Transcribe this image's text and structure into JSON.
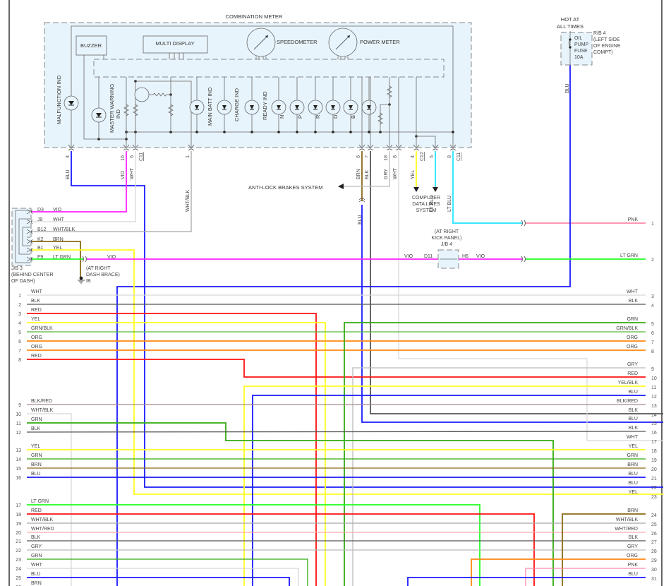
{
  "meter": {
    "title": "COMBINATION METER",
    "buzzer": "BUZZER",
    "multi_display": "MULTI DISPLAY",
    "speedometer": "SPEEDOMETER",
    "power_meter": "POWER METER",
    "indicators": [
      {
        "id": "malfunction",
        "label": "MALFUNCTION IND"
      },
      {
        "id": "master-warning",
        "label": "MASTER WARNING",
        "label2": "IND"
      },
      {
        "id": "main-batt",
        "label": "MAIN BATT IND"
      },
      {
        "id": "charge",
        "label": "CHARGE IND"
      },
      {
        "id": "ready",
        "label": "READY IND"
      },
      {
        "id": "n",
        "label": "N"
      },
      {
        "id": "p",
        "label": "P"
      },
      {
        "id": "r",
        "label": "R"
      },
      {
        "id": "d",
        "label": "D"
      },
      {
        "id": "b",
        "label": "B"
      }
    ],
    "pins": [
      {
        "pin": "4",
        "color": "BLU",
        "connector": ""
      },
      {
        "pin": "16",
        "color": "VIO",
        "connector": ""
      },
      {
        "pin": "6",
        "color": "WHT",
        "connector": "C11"
      },
      {
        "pin": "1",
        "color": "WHT/BLK",
        "connector": ""
      },
      {
        "pin": "6",
        "color": "BRN",
        "connector": ""
      },
      {
        "pin": "7",
        "color": "BLK",
        "connector": ""
      },
      {
        "pin": "18",
        "color": "GRY",
        "connector": ""
      },
      {
        "pin": "8",
        "color": "WHT",
        "connector": ""
      },
      {
        "pin": "4",
        "color": "YEL",
        "connector": "C12"
      },
      {
        "pin": "5",
        "color": "LT BLU",
        "connector": ""
      },
      {
        "pin": "8",
        "color": "LT BLU",
        "connector": "C11"
      }
    ]
  },
  "fuse": {
    "hot_label_1": "HOT AT",
    "hot_label_2": "ALL TIMES",
    "name_1": "OIL",
    "name_2": "PUMP",
    "name_3": "FUSE",
    "rating": "10A",
    "location_1": "R/B 4",
    "location_2": "(LEFT SIDE",
    "location_3": "OF ENGINE",
    "location_4": "COMPT)",
    "wire": "BLU"
  },
  "abs": {
    "label": "ANTI-LOCK BRAKES SYSTEM"
  },
  "computer_data": {
    "line1": "COMPUTER",
    "line2": "DATA LINES",
    "line3": "SYSTEM"
  },
  "splice_wire": "BLU",
  "jb3": {
    "name": "J/B 3",
    "location_1": "(BEHIND CENTER",
    "location_2": "OF DASH)",
    "pins": [
      {
        "pin": "D3",
        "color": "VIO"
      },
      {
        "pin": "J9",
        "color": "WHT"
      },
      {
        "pin": "B12",
        "color": "WHT/BLK"
      },
      {
        "pin": "K2",
        "color": "BRN"
      },
      {
        "pin": "B1",
        "color": "YEL"
      },
      {
        "pin": "F9",
        "color": "LT GRN"
      }
    ],
    "vio_label": "VIO",
    "ground_note_1": "(AT RIGHT",
    "ground_note_2": "DASH BRACE)",
    "ground_label": "IB"
  },
  "jb4": {
    "note_1": "(AT RIGHT",
    "note_2": "KICK PANEL)",
    "name": "J/B 4",
    "pin_in": "D11",
    "pin_out": "H6",
    "wire_in": "VIO",
    "wire_out": "VIO"
  },
  "right_top": [
    {
      "num": "1",
      "color": "PNK"
    },
    {
      "num": "2",
      "color": "LT GRN"
    }
  ],
  "left_terminals": [
    {
      "num": "1",
      "color": "WHT"
    },
    {
      "num": "2",
      "color": "BLK"
    },
    {
      "num": "3",
      "color": "RED"
    },
    {
      "num": "4",
      "color": "YEL"
    },
    {
      "num": "5",
      "color": "GRN/BLK"
    },
    {
      "num": "6",
      "color": "ORG"
    },
    {
      "num": "7",
      "color": "ORG"
    },
    {
      "num": "8",
      "color": "RED"
    },
    {
      "num": "9",
      "color": "BLK/RED"
    },
    {
      "num": "10",
      "color": "WHT/BLK"
    },
    {
      "num": "11",
      "color": "GRN"
    },
    {
      "num": "12",
      "color": "BLK"
    },
    {
      "num": "13",
      "color": "YEL"
    },
    {
      "num": "14",
      "color": "GRN"
    },
    {
      "num": "15",
      "color": "BRN"
    },
    {
      "num": "16",
      "color": "BLU"
    },
    {
      "num": "17",
      "color": "LT GRN"
    },
    {
      "num": "18",
      "color": "RED"
    },
    {
      "num": "19",
      "color": "WHT/BLK"
    },
    {
      "num": "20",
      "color": "WHT/RED"
    },
    {
      "num": "21",
      "color": "BLK"
    },
    {
      "num": "22",
      "color": "GRY"
    },
    {
      "num": "23",
      "color": "GRN"
    },
    {
      "num": "24",
      "color": "WHT"
    },
    {
      "num": "25",
      "color": "BLU"
    },
    {
      "num": "26",
      "color": "BRN"
    }
  ],
  "right_terminals": [
    {
      "num": "3",
      "color": "WHT"
    },
    {
      "num": "4",
      "color": "BLK"
    },
    {
      "num": "5",
      "color": "GRN"
    },
    {
      "num": "6",
      "color": "GRN/BLK"
    },
    {
      "num": "7",
      "color": "ORG"
    },
    {
      "num": "8",
      "color": "ORG"
    },
    {
      "num": "9",
      "color": "GRY"
    },
    {
      "num": "10",
      "color": "RED"
    },
    {
      "num": "11",
      "color": "YEL/BLK"
    },
    {
      "num": "12",
      "color": "BLU"
    },
    {
      "num": "13",
      "color": "BLK/RED"
    },
    {
      "num": "14",
      "color": "BLK"
    },
    {
      "num": "15",
      "color": "BLU"
    },
    {
      "num": "16",
      "color": "BLK"
    },
    {
      "num": "17",
      "color": "WHT"
    },
    {
      "num": "18",
      "color": "YEL"
    },
    {
      "num": "19",
      "color": "GRN"
    },
    {
      "num": "20",
      "color": "BRN"
    },
    {
      "num": "21",
      "color": "BLU"
    },
    {
      "num": "22",
      "color": "BLU"
    },
    {
      "num": "23",
      "color": "YEL"
    },
    {
      "num": "24",
      "color": "BRN"
    },
    {
      "num": "25",
      "color": "WHT/BLK"
    },
    {
      "num": "26",
      "color": "WHT/RED"
    },
    {
      "num": "27",
      "color": "BLK"
    },
    {
      "num": "28",
      "color": "GRY"
    },
    {
      "num": "29",
      "color": "ORG"
    },
    {
      "num": "30",
      "color": "PNK"
    },
    {
      "num": "31",
      "color": "BLU"
    }
  ],
  "wire_colors": {
    "BLU": "#1a1aff",
    "VIO": "#ff22ff",
    "WHT": "#d8d8d8",
    "WHT/BLK": "#a8a8a8",
    "BRN": "#8b6914",
    "BLK": "#555555",
    "GRY": "#bbbbbb",
    "YEL": "#ffff22",
    "YEL/BLK": "#ffff22",
    "LT BLU": "#22e5ff",
    "LT GRN": "#22ff22",
    "GRN": "#33aa11",
    "GRN/BLK": "#55b833",
    "RED": "#ff1111",
    "ORG": "#ff8811",
    "PNK": "#ff88aa",
    "BLK/RED": "#aa8888",
    "WHT/RED": "#ffaaaa"
  }
}
